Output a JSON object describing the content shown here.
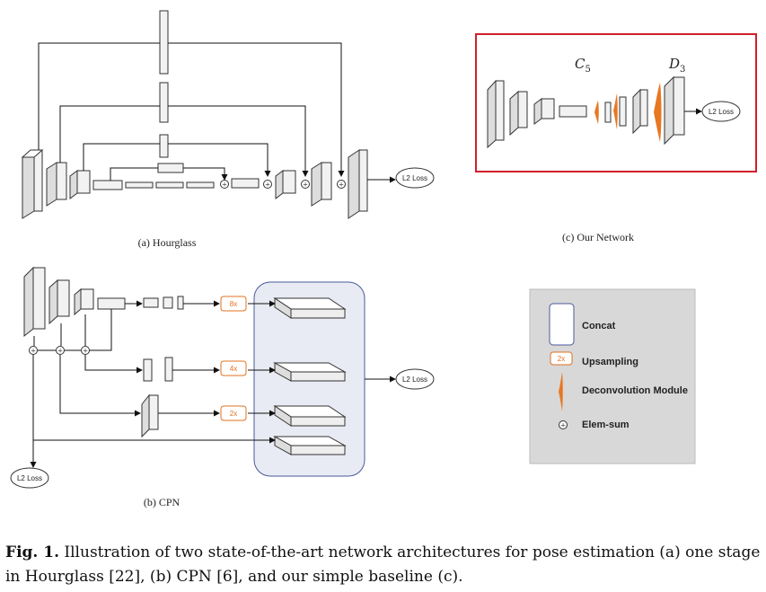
{
  "hourglass": {
    "label": "(a) Hourglass",
    "loss": "L2 Loss"
  },
  "our_network": {
    "label": "(c) Our Network",
    "c5": "C",
    "c5_sub": "5",
    "d3": "D",
    "d3_sub": "3",
    "loss": "L2 Loss",
    "border_color": "#d0202a"
  },
  "cpn": {
    "label": "(b) CPN",
    "upsampling": [
      "8x",
      "4x",
      "2x"
    ],
    "loss_main": "L2 Loss",
    "loss_side": "L2 Loss",
    "panel_color": "#e9ebf4"
  },
  "legend": {
    "upsampling_symbol": "2x",
    "items": [
      "Concat",
      "Upsampling",
      "Deconvolution Module",
      "Elem-sum"
    ],
    "bg": "#d8d8d8",
    "accent": "#e87722"
  },
  "caption": {
    "fig": "Fig. 1.",
    "text": " Illustration of two state-of-the-art network architectures for pose estimation (a) one stage in Hourglass [22], (b) CPN [6], and our simple baseline (c)."
  }
}
